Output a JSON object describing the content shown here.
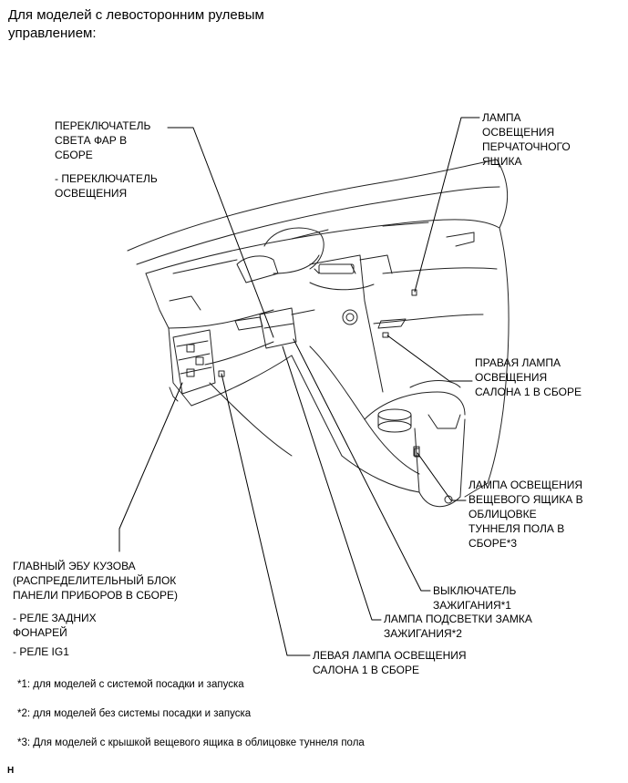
{
  "heading": "Для моделей с левосторонним рулевым управлением:",
  "callouts": {
    "headlight_switch": "ПЕРЕКЛЮЧАТЕЛЬ\nСВЕТА ФАР В\nСБОРЕ",
    "headlight_switch_sub": "- ПЕРЕКЛЮЧАТЕЛЬ\nОСВЕЩЕНИЯ",
    "glovebox_lamp": "ЛАМПА\nОСВЕЩЕНИЯ\nПЕРЧАТОЧНОГО\nЯЩИКА",
    "right_room_lamp": "ПРАВАЯ ЛАМПА\nОСВЕЩЕНИЯ\nСАЛОНА 1 В СБОРЕ",
    "console_box_lamp": "ЛАМПА ОСВЕЩЕНИЯ\nВЕЩЕВОГО ЯЩИКА В\nОБЛИЦОВКЕ\nТУННЕЛЯ ПОЛА В\nСБОРЕ*3",
    "main_body_ecu": "ГЛАВНЫЙ ЭБУ КУЗОВА\n(РАСПРЕДЕЛИТЕЛЬНЫЙ БЛОК\nПАНЕЛИ ПРИБОРОВ В СБОРЕ)",
    "tail_relay": "- РЕЛЕ ЗАДНИХ\nФОНАРЕЙ",
    "ig1_relay": "- РЕЛЕ IG1",
    "ignition_switch": "ВЫКЛЮЧАТЕЛЬ\nЗАЖИГАНИЯ*1",
    "key_cylinder_light": "ЛАМПА ПОДСВЕТКИ ЗАМКА\nЗАЖИГАНИЯ*2",
    "left_room_lamp": "ЛЕВАЯ ЛАМПА ОСВЕЩЕНИЯ\nСАЛОНА 1 В СБОРЕ"
  },
  "notes": [
    "*1: для моделей с системой посадки и запуска",
    "*2: для моделей без системы посадки и запуска",
    "*3: Для моделей с крышкой вещевого ящика в облицовке туннеля пола"
  ],
  "figure_id": "H"
}
